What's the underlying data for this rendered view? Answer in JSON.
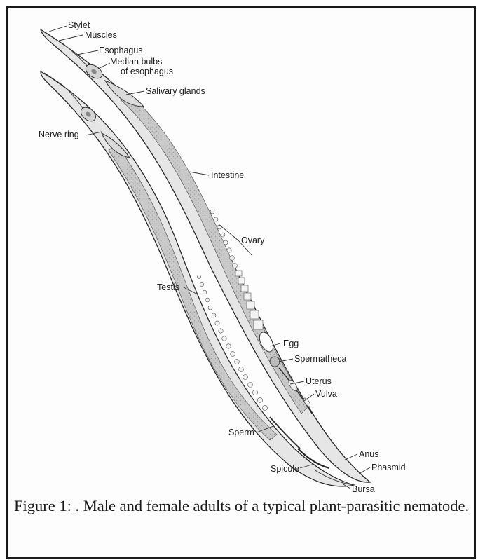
{
  "figure": {
    "labels": {
      "stylet": "Stylet",
      "muscles": "Muscles",
      "esophagus": "Esophagus",
      "median_bulbs_1": "Median bulbs",
      "median_bulbs_2": "of esophagus",
      "salivary_glands": "Salivary glands",
      "nerve_ring": "Nerve ring",
      "intestine": "Intestine",
      "ovary": "Ovary",
      "testis": "Testis",
      "egg": "Egg",
      "spermatheca": "Spermatheca",
      "uterus": "Uterus",
      "vulva": "Vulva",
      "sperm": "Sperm",
      "anus": "Anus",
      "phasmid": "Phasmid",
      "spicule": "Spicule",
      "bursa": "Bursa"
    },
    "caption": "Figure 1:  .  Male and female adults of a typical plant-parasitic nematode."
  }
}
